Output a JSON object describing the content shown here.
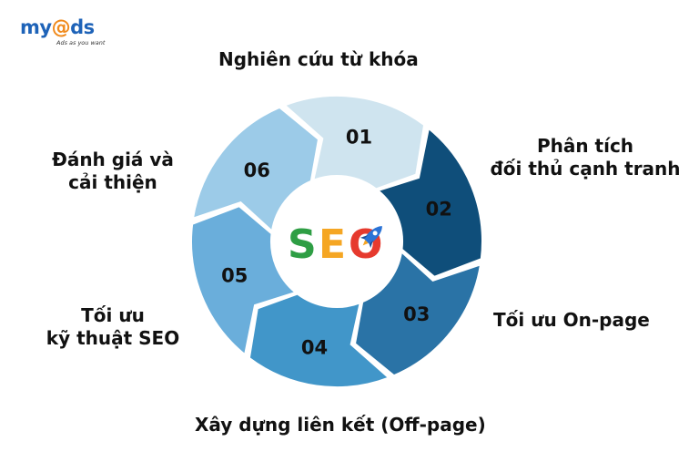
{
  "logo": {
    "main_pre": "my",
    "main_at": "@",
    "main_post": "ds",
    "tagline": "Ads as you want"
  },
  "center": {
    "s": "S",
    "e": "E",
    "o": "O",
    "colors": {
      "s": "#2e9e44",
      "e": "#f5a623",
      "o": "#e63a2e"
    }
  },
  "segments": [
    {
      "number": "01",
      "color": "#cfe4ef"
    },
    {
      "number": "02",
      "color": "#0f4e7a"
    },
    {
      "number": "03",
      "color": "#2a73a6"
    },
    {
      "number": "04",
      "color": "#4196c9"
    },
    {
      "number": "05",
      "color": "#6aaedb"
    },
    {
      "number": "06",
      "color": "#9ccbe8"
    }
  ],
  "labels": {
    "step1": "Nghiên cứu từ khóa",
    "step2": [
      "Phân tích",
      "đối thủ cạnh tranh"
    ],
    "step3": "Tối ưu On-page",
    "step4": "Xây dựng liên kết (Off-page)",
    "step5": [
      "Tối ưu",
      "kỹ thuật SEO"
    ],
    "step6": [
      "Đánh giá và",
      "cải thiện"
    ]
  }
}
